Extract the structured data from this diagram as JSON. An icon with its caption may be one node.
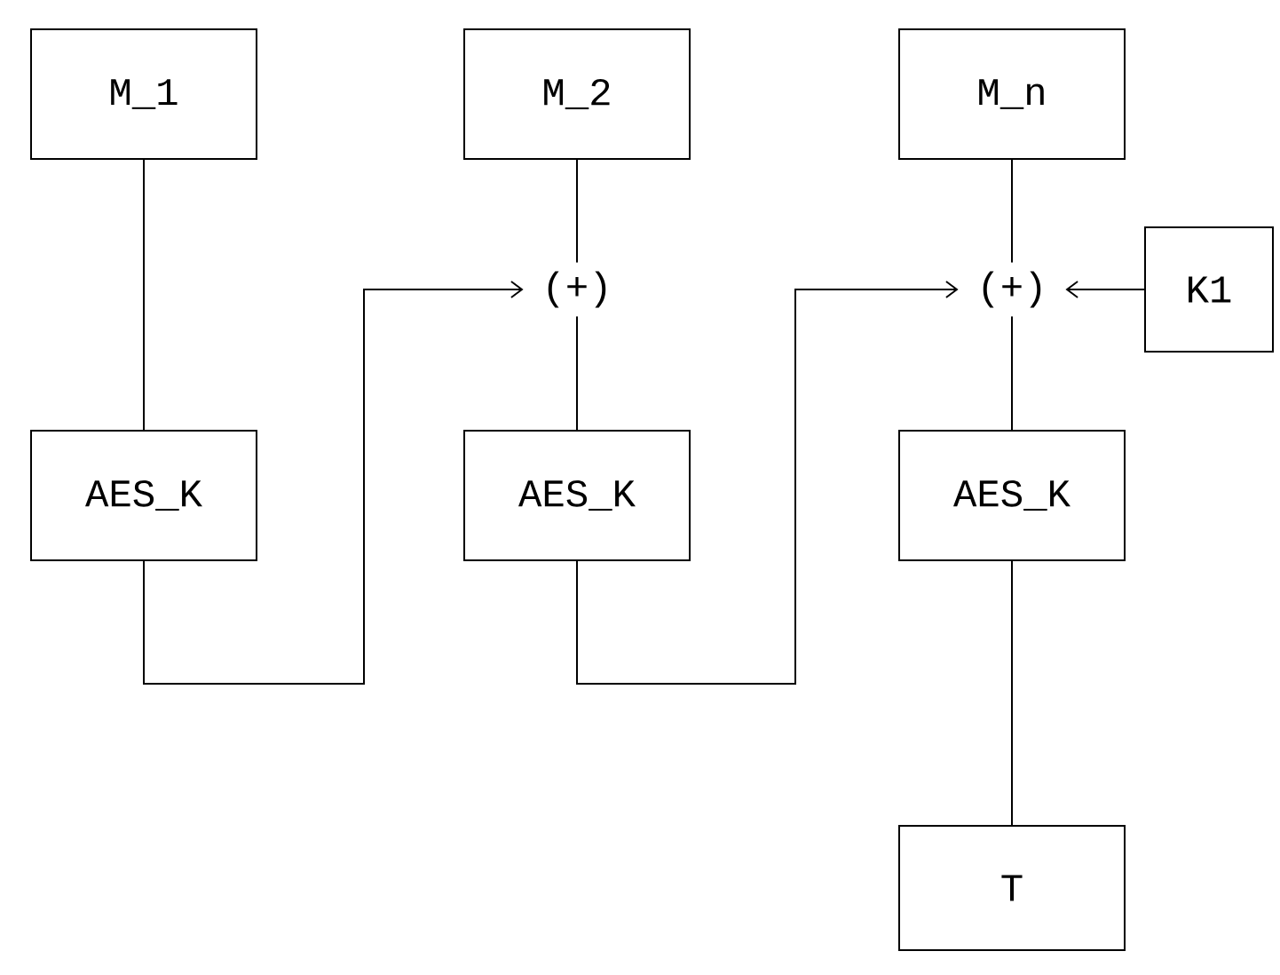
{
  "diagram": {
    "nodes": [
      {
        "text": [
          "M_1"
        ]
      },
      {
        "text": [
          "M_2"
        ]
      },
      {
        "text": [
          "M_n"
        ]
      },
      {
        "text": [
          "AES_K"
        ]
      },
      {
        "text": [
          "(+)"
        ]
      },
      {
        "text": [
          "AES_K"
        ]
      },
      {
        "text": [
          "(+)"
        ]
      },
      {
        "text": [
          "K1"
        ]
      },
      {
        "text": [
          "AES_K"
        ]
      },
      {
        "text": [
          "T"
        ]
      }
    ],
    "edges": [
      {
        "from": 0,
        "to": 3,
        "arrow": "none"
      },
      {
        "from": 3,
        "to": 4,
        "arrow": "to"
      },
      {
        "from": 1,
        "to": 4,
        "arrow": "none"
      },
      {
        "from": 4,
        "to": 5,
        "arrow": "none"
      },
      {
        "from": 5,
        "to": 6,
        "arrow": "to"
      },
      {
        "from": 2,
        "to": 6,
        "arrow": "none"
      },
      {
        "from": 7,
        "to": 6,
        "arrow": "to"
      },
      {
        "from": 6,
        "to": 8,
        "arrow": "none"
      },
      {
        "from": 8,
        "to": 9,
        "arrow": "none"
      }
    ]
  }
}
